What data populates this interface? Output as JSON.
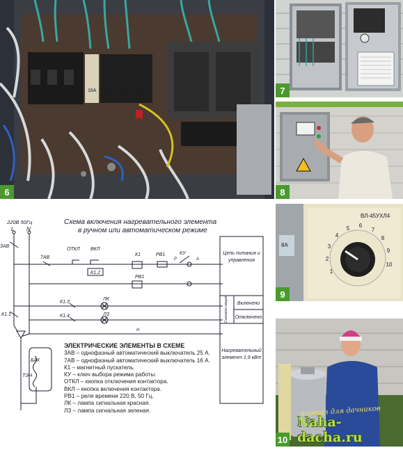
{
  "photos": [
    {
      "num": "6"
    },
    {
      "num": "7"
    },
    {
      "num": "8"
    },
    {
      "num": "9"
    },
    {
      "num": "10"
    }
  ],
  "breaker_labels": [
    "16A",
    "16A",
    "16A",
    "16A"
  ],
  "relay_label": "ВЛ-45УХЛ4",
  "scheme": {
    "title_line1": "Схема включения нагревательного элемента",
    "title_line2": "в ручном или автоматическом режиме",
    "supply": "220В 50Гц",
    "phase_l": "L",
    "phase_n": "N",
    "labels": {
      "zav": "3АВ",
      "sav": "7АВ",
      "otkl": "ОТКЛ",
      "vkl": "ВКЛ",
      "k1": "К1",
      "rv1": "РВ1",
      "ku": "КУ",
      "k12": "К1.2",
      "rv1b": "РВ1",
      "k11": "К1.1",
      "k13": "К1.3",
      "k14": "К1.4",
      "lk": "ЛК",
      "lz": "ЛЗ",
      "r": "Р",
      "a": "А",
      "h": "Н",
      "bak": "БАК",
      "ten": "ТЭН"
    },
    "right_boxes": {
      "control": "Цепь питания и управления",
      "signal": "Сигнали-зация",
      "on": "Включено",
      "off": "Отключено",
      "heater": "Нагревательный элемент 1,9 кВт"
    },
    "legend_title": "ЭЛЕКТРИЧЕСКИЕ ЭЛЕМЕНТЫ В СХЕМЕ",
    "legend": [
      "3АВ – однофазный автоматический выключатель 25 А.",
      "7АВ – однофазный автоматический выключатель 16 А.",
      "К1 – магнитный пускатель.",
      "КУ – ключ выбора режима работы.",
      "ОТКЛ – кнопка отключения контактора.",
      "ВКЛ – кнопка включения контактора.",
      "РВ1 – реле времени 220 В, 50 Гц.",
      "ЛК – лампа сигнальная красная.",
      "ЛЗ – лампа сигнальная зеленая."
    ]
  },
  "watermark": {
    "top": "портал для дачников",
    "main": "Naha-dacha.ru"
  }
}
